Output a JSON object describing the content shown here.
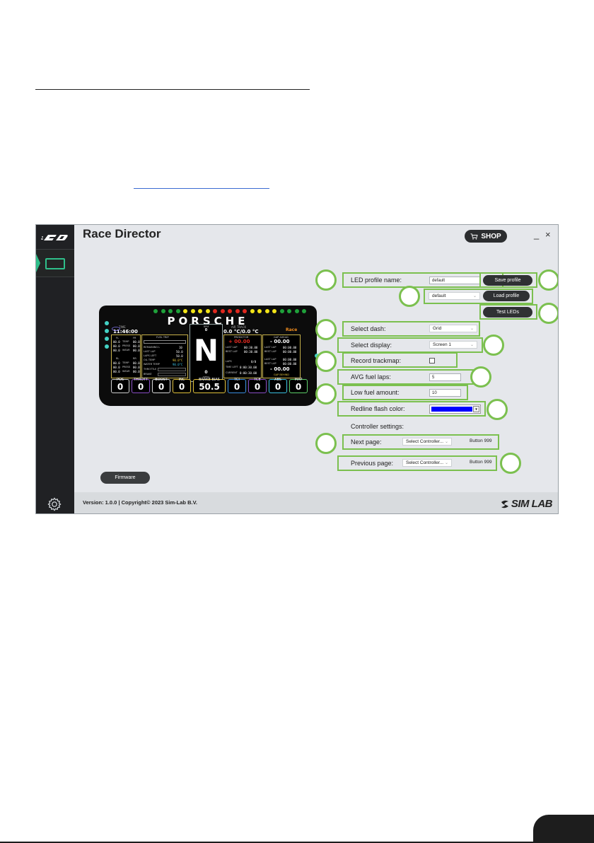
{
  "window": {
    "title": "Race Director",
    "shop_label": "SHOP",
    "minimize": "_",
    "close": "×"
  },
  "footer": {
    "version": "Version: 1.0.0 | Copyright© 2023 Sim-Lab B.V.",
    "brand": "SIM LAB"
  },
  "firmware_label": "Firmware",
  "dashboard": {
    "brand": "PORSCHE",
    "time_label": "TIME",
    "time_value": "11:46:00",
    "rpm_label": "RPM",
    "rpm_value": "0",
    "gear": "N",
    "speed_value": "0",
    "speed_label": "SPEED",
    "air_track_label": "AIR    TRACK",
    "air_track_value": "0.0 °C/0.0 °C",
    "session": "Race",
    "tyres": {
      "fl": "FL",
      "fr": "FR",
      "rl": "RL",
      "rr": "RR",
      "temp": "TEMP",
      "press": "PRESS",
      "wear": "WEAR",
      "v": "00.0"
    },
    "fuel": {
      "title": "FUEL TRIP",
      "remaining": "REMAINING L",
      "remaining_v": "10",
      "last_lap": "LAST LAP",
      "last_lap_v": "50.0",
      "laps_left": "LAPS LEFT",
      "laps_left_v": "50.0",
      "oil": "OIL TEMP",
      "oil_v": "90.0°C",
      "water": "WATER TEMP",
      "water_v": "90.0°C",
      "throttle": "THROTTLE",
      "brake": "BRAKE"
    },
    "delta": {
      "title": "PREDICTOR",
      "value": "+ 00.00",
      "last_lap": "LAST LAP",
      "last_lap_v": "00:30.00",
      "best_lap": "BEST LAP",
      "best_lap_v": "00:30.00",
      "laps": "LAPS",
      "laps_v": "0/0",
      "session_time": "TIME LEFT",
      "session_time_v": "0:00:30.00",
      "current": "CURRENT",
      "current_v": "0:00:30.00"
    },
    "gaps": {
      "title": "GAP AHEAD",
      "ahead_v": "- 00.00",
      "last_lap": "LAST LAP",
      "last_lap_v": "00:00.00",
      "best_lap": "BEST LAP",
      "best_lap_v": "00:00.00",
      "last_lap2": "LAST LAP",
      "last_lap2_v": "00:00.00",
      "best_lap2": "BEST LAP",
      "best_lap2_v": "00:00.00",
      "behind_v": "- 00.00",
      "behind_label": "GAP BEHIND"
    },
    "bottom": [
      {
        "label": "POS",
        "value": "0",
        "color": "#cfcfcf"
      },
      {
        "label": "THROTT",
        "value": "0",
        "color": "#8a4fc7"
      },
      {
        "label": "BOOST",
        "value": "0",
        "color": "#d8d8d8"
      },
      {
        "label": "INC",
        "value": "0",
        "color": "#e0c13b"
      },
      {
        "label": "BRAKE BIAS",
        "value": "50.5",
        "color": "#e0c13b"
      },
      {
        "label": "TCI",
        "value": "0",
        "color": "#3b8fe0"
      },
      {
        "label": "TCE",
        "value": "0",
        "color": "#8a4fc7"
      },
      {
        "label": "ABS",
        "value": "0",
        "color": "#3bc0e0"
      },
      {
        "label": "MAP",
        "value": "0",
        "color": "#5fd06a"
      }
    ],
    "led_colors": [
      "#1fa13a",
      "#1fa13a",
      "#1fa13a",
      "#1fa13a",
      "#f2e418",
      "#f2e418",
      "#f2e418",
      "#f2e418",
      "#e0281f",
      "#e0281f",
      "#e0281f",
      "#e0281f",
      "#e0281f",
      "#f2e418",
      "#f2e418",
      "#f2e418",
      "#f2e418",
      "#1fa13a",
      "#1fa13a",
      "#1fa13a",
      "#1fa13a"
    ]
  },
  "settings": {
    "led_profile_label": "LED profile name:",
    "led_profile_value": "default",
    "save_profile": "Save profile",
    "profile_select": "default",
    "load_profile": "Load profile",
    "test_leds": "Test LEDs",
    "select_dash_label": "Select dash:",
    "select_dash_value": "Grid",
    "select_display_label": "Select display:",
    "select_display_value": "Screen 1",
    "record_trackmap_label": "Record trackmap:",
    "avg_fuel_label": "AVG fuel laps:",
    "avg_fuel_value": "5",
    "low_fuel_label": "Low fuel amount:",
    "low_fuel_value": "10",
    "redline_label": "Redline flash color:",
    "redline_color": "#0000ff",
    "controller_label": "Controller settings:",
    "next_page_label": "Next page:",
    "next_page_select": "Select Controller...",
    "next_page_button": "Button 999",
    "prev_page_label": "Previous page:",
    "prev_page_select": "Select Controller...",
    "prev_page_button": "Button 999"
  }
}
